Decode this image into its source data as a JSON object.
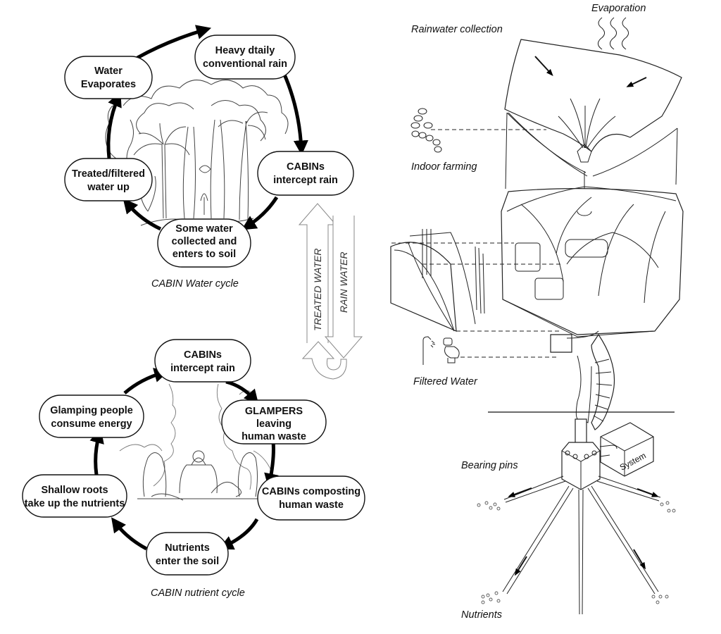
{
  "water_cycle": {
    "caption": "CABIN Water cycle",
    "nodes": [
      {
        "lines": [
          "Heavy dtaily",
          "conventional rain"
        ]
      },
      {
        "lines": [
          "CABINs",
          "intercept rain"
        ]
      },
      {
        "lines": [
          "Some water",
          "collected and",
          "enters to soil"
        ]
      },
      {
        "lines": [
          "Treated/filtered",
          "water up"
        ]
      },
      {
        "lines": [
          "Water",
          "Evaporates"
        ]
      }
    ],
    "background_icon": "rainforest-illustration"
  },
  "flows": {
    "treated_water": "TREATED WATER",
    "rain_water": "RAIN WATER",
    "cycle_icon": "circular-arrow-icon"
  },
  "nutrient_cycle": {
    "caption": "CABIN nutrient cycle",
    "nodes": [
      {
        "lines": [
          "CABINs",
          "intercept rain"
        ]
      },
      {
        "lines": [
          "GLAMPERS",
          "leaving",
          "human waste"
        ]
      },
      {
        "lines": [
          "CABINs composting",
          "human waste"
        ]
      },
      {
        "lines": [
          "Nutrients",
          "enter the soil"
        ]
      },
      {
        "lines": [
          "Shallow roots",
          "take up the nutrients"
        ]
      },
      {
        "lines": [
          "Glamping people",
          "consume energy"
        ]
      }
    ],
    "background_icon": "people-sitting-illustration"
  },
  "cabin_illustration": {
    "labels": {
      "evaporation": "Evaporation",
      "rainwater_collection": "Rainwater collection",
      "indoor_farming": "Indoor farming",
      "filtered_water": "Filtered Water",
      "bearing_pins": "Bearing pins",
      "nutrients": "Nutrients",
      "system": "System"
    }
  }
}
